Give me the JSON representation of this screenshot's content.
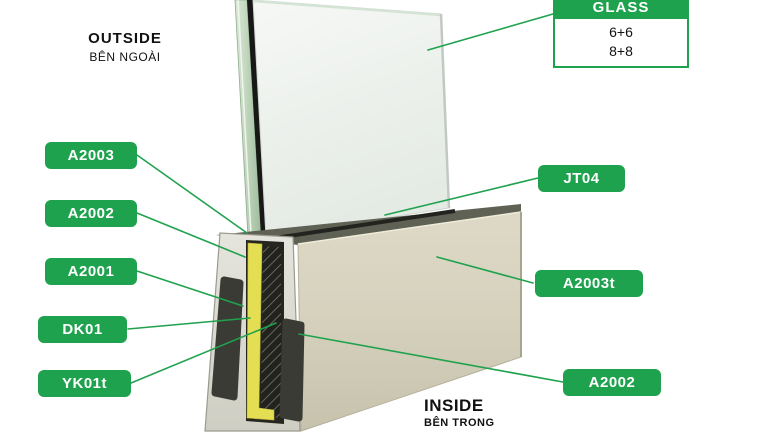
{
  "annotations": {
    "outside": {
      "title": "OUTSIDE",
      "subtitle": "BÊN NGOÀI"
    },
    "inside": {
      "title": "INSIDE",
      "subtitle": "BÊN TRONG"
    }
  },
  "glass_box": {
    "header": "GLASS",
    "options": [
      "6+6",
      "8+8"
    ]
  },
  "left_labels": [
    {
      "text": "A2003"
    },
    {
      "text": "A2002"
    },
    {
      "text": "A2001"
    },
    {
      "text": "DK01"
    },
    {
      "text": "YK01t"
    }
  ],
  "right_labels": [
    {
      "text": "JT04"
    },
    {
      "text": "A2003t"
    },
    {
      "text": "A2002"
    }
  ],
  "colors": {
    "accent_green": "#1FA24E",
    "gasket_yellow": "#E4DF52",
    "profile_beige": "#D5D1BD"
  }
}
